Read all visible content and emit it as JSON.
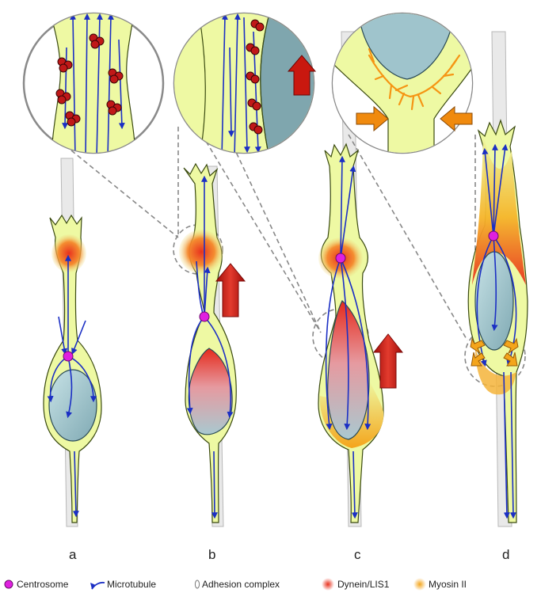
{
  "panels": [
    {
      "label": "a"
    },
    {
      "label": "b"
    },
    {
      "label": "c"
    },
    {
      "label": "d"
    }
  ],
  "legend": [
    {
      "label": "Centrosome",
      "icon": "centrosome-dot-icon",
      "color": "#e020e0"
    },
    {
      "label": "Microtubule",
      "icon": "microtubule-arrow-icon",
      "color": "#1b2fc4"
    },
    {
      "label": "Adhesion complex",
      "icon": "adhesion-complex-icon",
      "color": "#777777"
    },
    {
      "label": "Dynein/LIS1",
      "icon": "dynein-blob-icon",
      "color": "#e8321e"
    },
    {
      "label": "Myosin II",
      "icon": "myosin-blob-icon",
      "color": "#f4a51c"
    }
  ],
  "colors": {
    "cytoplasm": "#eef9a3",
    "nucleus": "#9fc4cc",
    "dynein": "#e8321e",
    "myosin": "#f4a51c",
    "arrow_red": "#c21a14",
    "arrow_orange": "#f08a0e",
    "microtubule": "#1b2fc4",
    "fiber": "#e9e9e9"
  }
}
